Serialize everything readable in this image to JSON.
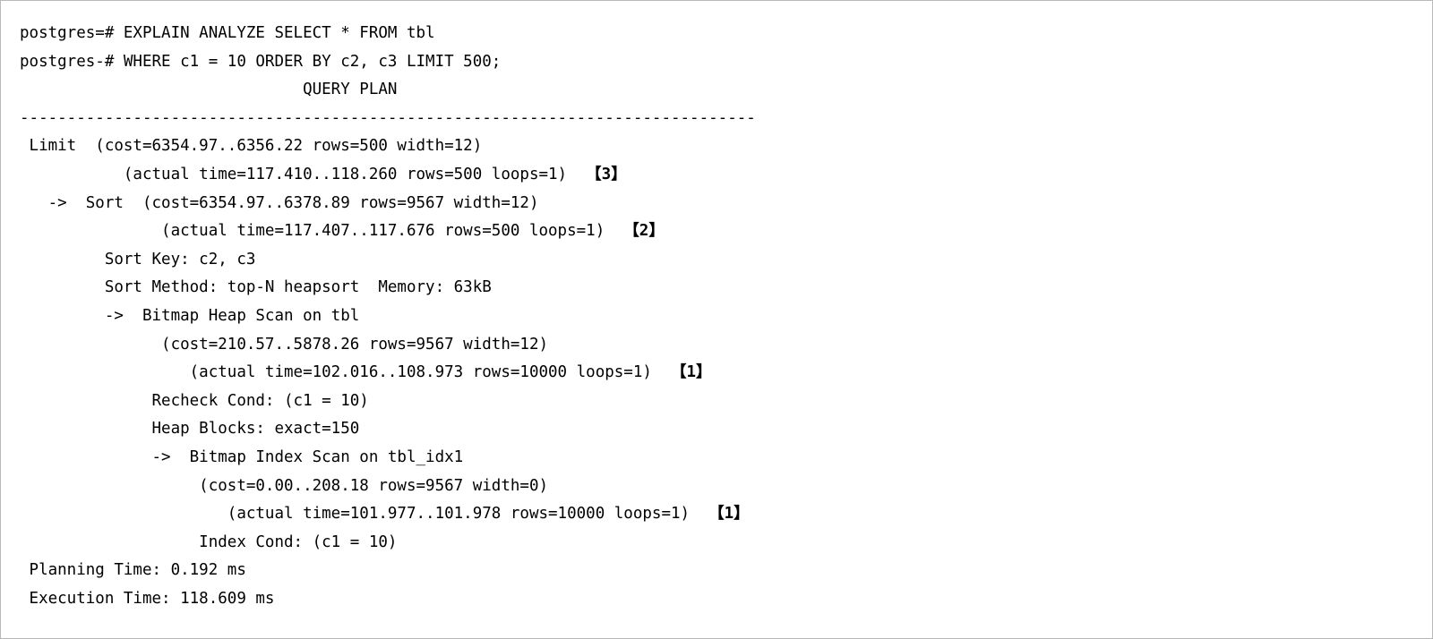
{
  "terminal": {
    "prompt_primary": "postgres=#",
    "prompt_continuation": "postgres-#",
    "header_label": "QUERY PLAN",
    "separator": "------------------------------------------------------------------------",
    "query": {
      "line1": "postgres=# EXPLAIN ANALYZE SELECT * FROM tbl",
      "line2": "postgres-# WHERE c1 = 10 ORDER BY c2, c3 LIMIT 500;"
    },
    "markers": {
      "one": "【1】",
      "two": "【2】",
      "three": "【3】"
    },
    "lines": [
      {
        "id": "query-line-1",
        "text": "postgres=# EXPLAIN ANALYZE SELECT * FROM tbl",
        "marker": ""
      },
      {
        "id": "query-line-2",
        "text": "postgres-# WHERE c1 = 10 ORDER BY c2, c3 LIMIT 500;",
        "marker": ""
      },
      {
        "id": "query-plan-header",
        "text": "                              QUERY PLAN",
        "marker": ""
      },
      {
        "id": "separator-rule",
        "text": "------------------------------------------------------------------------------",
        "marker": ""
      },
      {
        "id": "node-limit",
        "text": " Limit  (cost=6354.97..6356.22 rows=500 width=12)",
        "marker": ""
      },
      {
        "id": "node-limit-actual",
        "text": "           (actual time=117.410..118.260 rows=500 loops=1)  ",
        "marker": "【3】"
      },
      {
        "id": "node-sort",
        "text": "   ->  Sort  (cost=6354.97..6378.89 rows=9567 width=12)",
        "marker": ""
      },
      {
        "id": "node-sort-actual",
        "text": "               (actual time=117.407..117.676 rows=500 loops=1)  ",
        "marker": "【2】"
      },
      {
        "id": "sort-key",
        "text": "         Sort Key: c2, c3",
        "marker": ""
      },
      {
        "id": "sort-method",
        "text": "         Sort Method: top-N heapsort  Memory: 63kB",
        "marker": ""
      },
      {
        "id": "node-bitmap-heap-scan",
        "text": "         ->  Bitmap Heap Scan on tbl",
        "marker": ""
      },
      {
        "id": "node-bitmap-heap-scan-cost",
        "text": "               (cost=210.57..5878.26 rows=9567 width=12)",
        "marker": ""
      },
      {
        "id": "node-bitmap-heap-scan-actual",
        "text": "                  (actual time=102.016..108.973 rows=10000 loops=1)  ",
        "marker": "【1】"
      },
      {
        "id": "recheck-cond",
        "text": "              Recheck Cond: (c1 = 10)",
        "marker": ""
      },
      {
        "id": "heap-blocks",
        "text": "              Heap Blocks: exact=150",
        "marker": ""
      },
      {
        "id": "node-bitmap-index-scan",
        "text": "              ->  Bitmap Index Scan on tbl_idx1",
        "marker": ""
      },
      {
        "id": "node-bitmap-index-scan-cost",
        "text": "                   (cost=0.00..208.18 rows=9567 width=0)",
        "marker": ""
      },
      {
        "id": "node-bitmap-index-scan-actual",
        "text": "                      (actual time=101.977..101.978 rows=10000 loops=1)  ",
        "marker": "【1】"
      },
      {
        "id": "index-cond",
        "text": "                   Index Cond: (c1 = 10)",
        "marker": ""
      },
      {
        "id": "planning-time",
        "text": " Planning Time: 0.192 ms",
        "marker": ""
      },
      {
        "id": "execution-time",
        "text": " Execution Time: 118.609 ms",
        "marker": ""
      }
    ],
    "plan_details": {
      "limit": {
        "node": "Limit",
        "cost_start": "6354.97",
        "cost_end": "6356.22",
        "rows": "500",
        "width": "12",
        "actual_time_start": "117.410",
        "actual_time_end": "118.260",
        "actual_rows": "500",
        "loops": "1",
        "marker": "【3】"
      },
      "sort": {
        "node": "Sort",
        "cost_start": "6354.97",
        "cost_end": "6378.89",
        "rows": "9567",
        "width": "12",
        "actual_time_start": "117.407",
        "actual_time_end": "117.676",
        "actual_rows": "500",
        "loops": "1",
        "sort_key": "c2, c3",
        "sort_method": "top-N heapsort",
        "memory": "63kB",
        "marker": "【2】"
      },
      "bitmap_heap_scan": {
        "node": "Bitmap Heap Scan on tbl",
        "cost_start": "210.57",
        "cost_end": "5878.26",
        "rows": "9567",
        "width": "12",
        "actual_time_start": "102.016",
        "actual_time_end": "108.973",
        "actual_rows": "10000",
        "loops": "1",
        "recheck_cond": "(c1 = 10)",
        "heap_blocks": "exact=150",
        "marker": "【1】"
      },
      "bitmap_index_scan": {
        "node": "Bitmap Index Scan on tbl_idx1",
        "cost_start": "0.00",
        "cost_end": "208.18",
        "rows": "9567",
        "width": "0",
        "actual_time_start": "101.977",
        "actual_time_end": "101.978",
        "actual_rows": "10000",
        "loops": "1",
        "index_cond": "(c1 = 10)",
        "marker": "【1】"
      },
      "planning_time": "0.192 ms",
      "execution_time": "118.609 ms"
    },
    "colors": {
      "background": "#ffffff",
      "text": "#000000",
      "border": "#b9b9b9"
    }
  }
}
